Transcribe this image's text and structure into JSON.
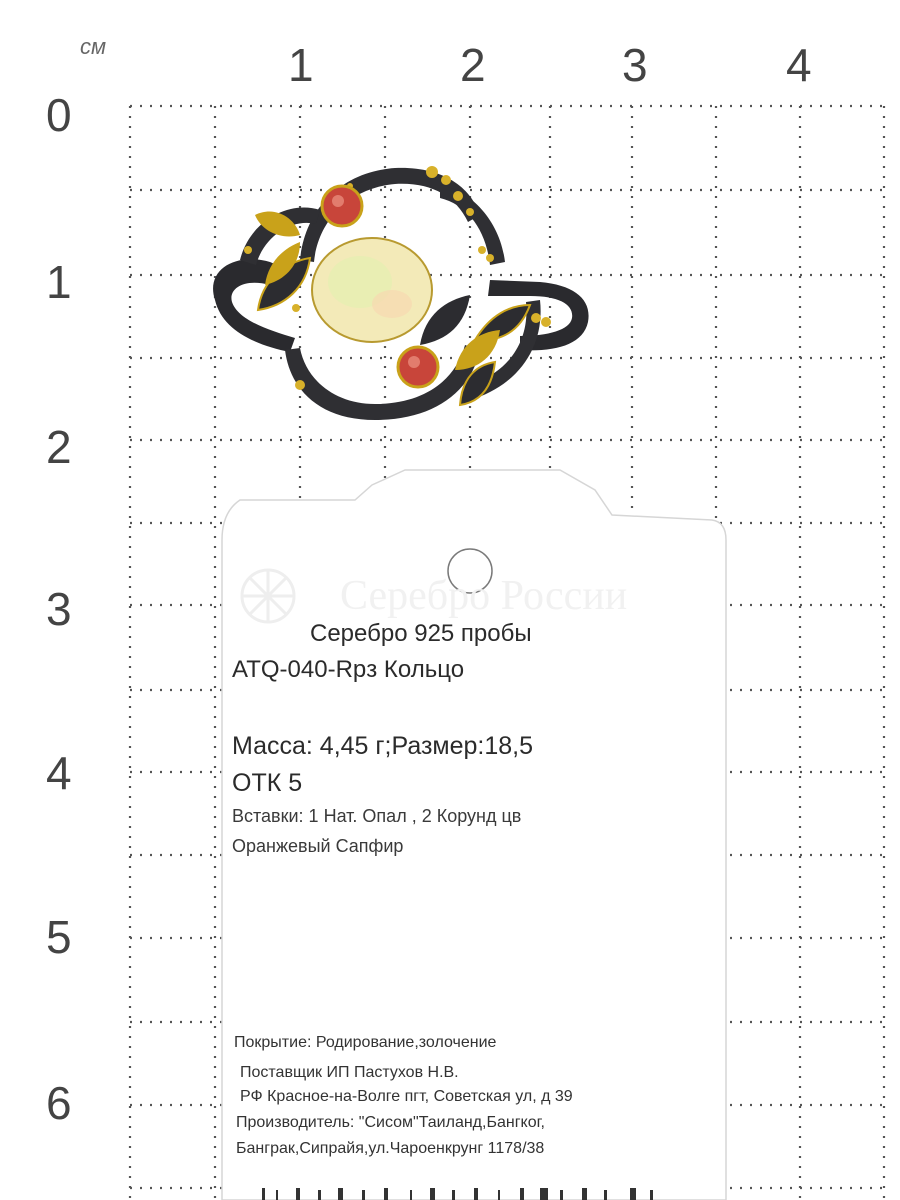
{
  "ruler": {
    "unit_label": "см",
    "top_numbers": [
      "1",
      "2",
      "3",
      "4"
    ],
    "side_numbers": [
      "0",
      "1",
      "2",
      "3",
      "4",
      "5",
      "6"
    ]
  },
  "tag": {
    "brand_watermark": "Серебро России",
    "line1": "Серебро 925 пробы",
    "line2": "ATQ-040-Rpз Кольцо",
    "line3": "Масса: 4,45 г;Размер:18,5",
    "line4": "ОТК 5",
    "line5": "Вставки: 1 Нат. Опал , 2 Корунд цв",
    "line6": "Оранжевый Сапфир",
    "line7": "Покрытие: Родирование,золочение",
    "line8": "Поставщик ИП Пастухов Н.В.",
    "line9": "РФ Красное-на-Волге пгт, Советская ул, д 39",
    "line10": "Производитель: \"Сисом\"Таиланд,Бангког,",
    "line11": "Банграк,Сипрайя,ул.Чароенкрунг 1178/38"
  },
  "colors": {
    "background": "#ffffff",
    "grid": "#555555",
    "metal": "#2a2a2e",
    "gold": "#c9a21a",
    "opal": "#f3eab8",
    "sapphire": "#c8453a"
  }
}
